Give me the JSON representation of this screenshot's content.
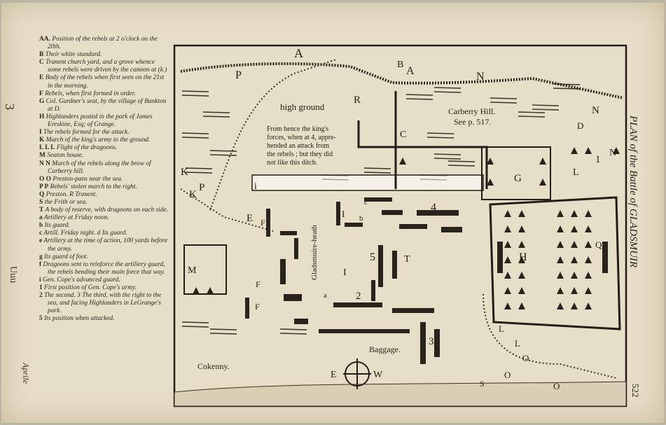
{
  "title": "PLAN of the Battle of GLADSMUIR",
  "page_number": "522",
  "margin_marks": {
    "signature_number": "3",
    "signature_letters": "Uuu",
    "handwritten": "Aprile"
  },
  "legend": [
    {
      "key": "AA.",
      "text": "Position of the rebels at 2 o'clock on the 20th."
    },
    {
      "key": "B",
      "text": "Their white standard."
    },
    {
      "key": "C",
      "text": "Tranent church yard, and a grove whence some rebels were driven by the cannon at (k.)"
    },
    {
      "key": "E",
      "text": "Body of the rebels when first seen on the 21st in the morning."
    },
    {
      "key": "F",
      "text": "Rebels, when first formed in order."
    },
    {
      "key": "G",
      "text": "Col. Gardner's seat, by the village of Bankton at D."
    },
    {
      "key": "H",
      "text": "Highlanders posted in the park of James Ereskine, Esq; of Grange."
    },
    {
      "key": "I",
      "text": "The rebels formed for the attack."
    },
    {
      "key": "K",
      "text": "March of the king's army to the ground."
    },
    {
      "key": "L L L",
      "text": "Flight of the dragoons."
    },
    {
      "key": "M",
      "text": "Seaton house."
    },
    {
      "key": "N N",
      "text": "March of the rebels along the brow of Carberry hill."
    },
    {
      "key": "O O",
      "text": "Preston-pans near the sea."
    },
    {
      "key": "P P",
      "text": "Rebels' stolen march to the right."
    },
    {
      "key": "Q",
      "text": "Preston.     R Tranent."
    },
    {
      "key": "S",
      "text": "the Frith or sea."
    },
    {
      "key": "T",
      "text": "A body of reserve, with dragoons on each side."
    },
    {
      "key": "a",
      "text": "Artillery at Friday noon."
    },
    {
      "key": "b",
      "text": "Its guard."
    },
    {
      "key": "c",
      "text": "Artill. Friday night.   d Its guard."
    },
    {
      "key": "e",
      "text": "Artillery at the time of action, 100 yards before the army."
    },
    {
      "key": "g",
      "text": "Its guard of foot."
    },
    {
      "key": "f",
      "text": "Dragoons sent to reinforce the artillery guard, the rebels bending their main force that way."
    },
    {
      "key": "i",
      "text": "Gen. Cope's advanced guard."
    },
    {
      "key": "1",
      "text": "First position of Gen. Cope's army."
    },
    {
      "key": "2",
      "text": "The second.  3 The third, with the right to the sea, and facing Highlanders in LeGrange's park."
    },
    {
      "key": "5",
      "text": "Its position when attacked."
    }
  ],
  "map": {
    "high_ground": "high ground",
    "note": [
      "From hence the king's",
      "forces, when at 4, appre-",
      "hended an attack from",
      "the rebels ; but they did",
      "not like this ditch."
    ],
    "carberry": [
      "Carberry Hill.",
      "See p. 517."
    ],
    "heath": "Gladsmuire-heath",
    "baggage": "Baggage.",
    "cokenny": "Cokenny.",
    "compass": {
      "east": "E",
      "west": "W"
    },
    "letters": {
      "A1": "A",
      "A2": "A",
      "P1": "P",
      "P2": "P",
      "B": "B",
      "N1": "N",
      "N2": "N",
      "N3": "N",
      "R": "R",
      "C": "C",
      "D": "D",
      "E": "E",
      "F1": "F",
      "F2": "F",
      "F3": "F",
      "K1": "K",
      "K2": "K",
      "i": "i",
      "M": "M",
      "G": "G",
      "H": "H",
      "Q": "Q",
      "T": "T",
      "I1": "I",
      "I2": "I",
      "n1": "1",
      "n2": "2",
      "n3": "3",
      "n4": "4",
      "n5": "5",
      "L1": "L",
      "L2": "L",
      "L3": "L",
      "O1": "O",
      "O2": "O",
      "O3": "O",
      "S": "S",
      "a": "a",
      "b": "b",
      "c": "c"
    }
  },
  "colors": {
    "paper": "#e7dec8",
    "ink": "#231d16"
  }
}
